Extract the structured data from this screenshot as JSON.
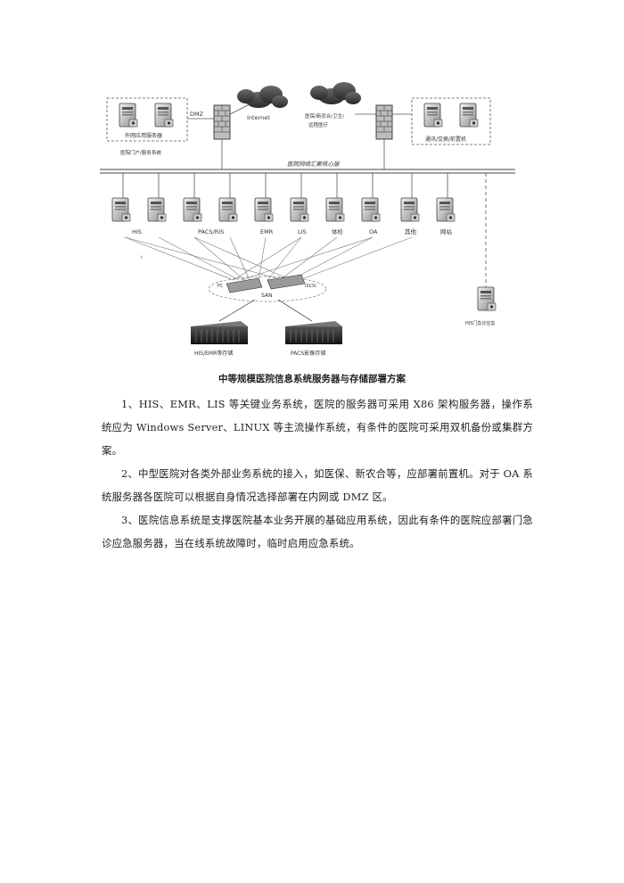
{
  "diagram": {
    "dmz_label": "DMZ",
    "internet_label": "Internet",
    "portal_server_label": "外网应用服务器",
    "portal_group_label": "医院门户/服务系统",
    "external_cloud_label": "医保/新农合/卫生/远程医疗",
    "frontend_label": "通讯/交换/前置机",
    "core_network_label": "医院网络汇聚核心层",
    "servers": [
      "HIS",
      "PACS/RIS",
      "EMR",
      "LIS",
      "体检",
      "OA",
      "其他",
      "网站"
    ],
    "san_label": "SAN",
    "fc_label": "FC",
    "iscsi_label": "iSCSI",
    "storage_left": "HIS/EMR等存储",
    "storage_right": "PACS影像存储",
    "emergency_label": "HIS门急诊应急"
  },
  "caption": "中等规模医院信息系统服务器与存储部署方案",
  "paragraphs": [
    "1、HIS、EMR、LIS 等关键业务系统，医院的服务器可采用 X86 架构服务器，操作系统应为 Windows Server、LINUX 等主流操作系统，有条件的医院可采用双机备份或集群方案。",
    "2、中型医院对各类外部业务系统的接入，如医保、新农合等，应部署前置机。对于 OA 系统服务器各医院可以根据自身情况选择部署在内网或 DMZ 区。",
    "3、医院信息系统是支撑医院基本业务开展的基础应用系统，因此有条件的医院应部署门急诊应急服务器，当在线系统故障时，临时启用应急系统。"
  ]
}
